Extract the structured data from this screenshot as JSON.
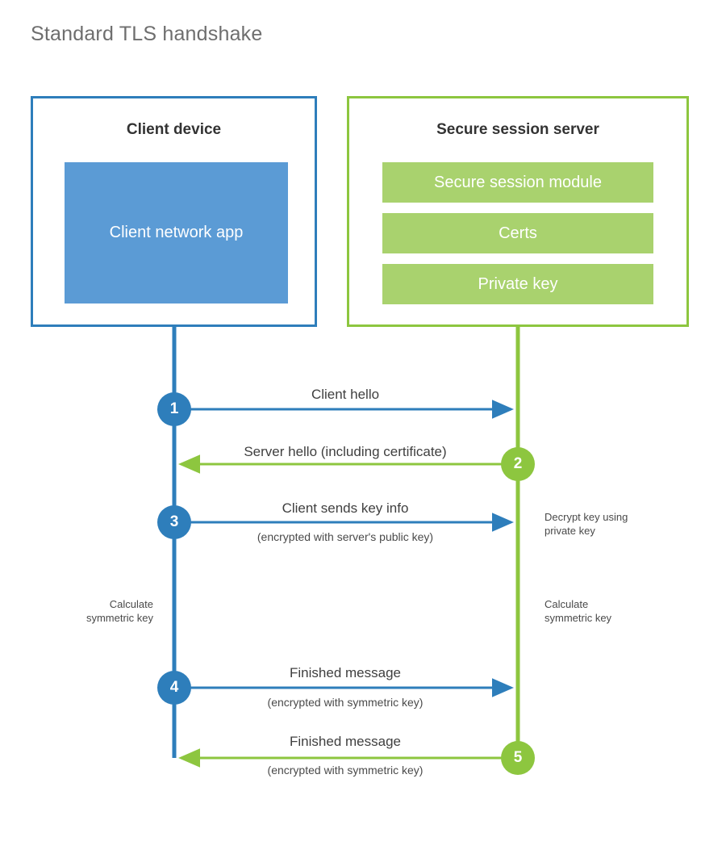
{
  "title": "Standard TLS handshake",
  "colors": {
    "client_accent": "#2E7EBB",
    "client_fill": "#5B9BD5",
    "server_accent": "#8DC63F",
    "server_fill": "#A9D26E",
    "text": "#3f3f3f",
    "title": "#6e6e6e",
    "background": "#ffffff"
  },
  "client": {
    "title": "Client device",
    "app_label": "Client network app"
  },
  "server": {
    "title": "Secure session server",
    "bars": [
      {
        "label": "Secure session module"
      },
      {
        "label": "Certs"
      },
      {
        "label": "Private key"
      }
    ]
  },
  "steps": [
    {
      "number": "1",
      "direction": "client-to-server",
      "label": "Client hello",
      "sublabel": ""
    },
    {
      "number": "2",
      "direction": "server-to-client",
      "label": "Server hello (including certificate)",
      "sublabel": ""
    },
    {
      "number": "3",
      "direction": "client-to-server",
      "label": "Client sends key info",
      "sublabel": "(encrypted with server's public key)"
    },
    {
      "number": "4",
      "direction": "client-to-server",
      "label": "Finished message",
      "sublabel": "(encrypted with symmetric key)"
    },
    {
      "number": "5",
      "direction": "server-to-client",
      "label": "Finished message",
      "sublabel": "(encrypted with symmetric key)"
    }
  ],
  "notes": {
    "decrypt_key": "Decrypt key using\nprivate key",
    "calculate_symmetric_key_client": "Calculate\nsymmetric key",
    "calculate_symmetric_key_server": "Calculate\nsymmetric key"
  }
}
